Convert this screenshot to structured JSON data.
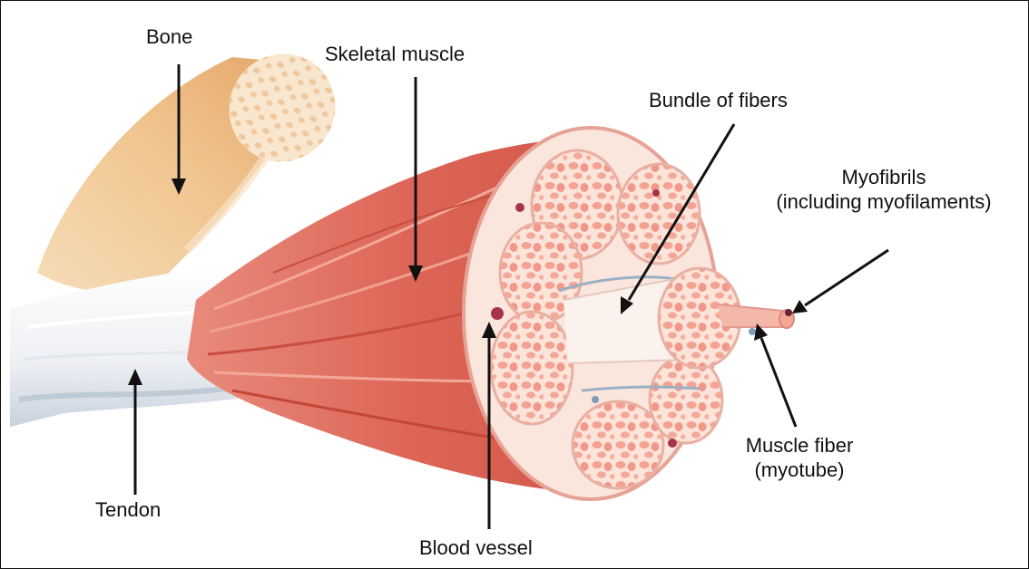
{
  "labels": {
    "bone": "Bone",
    "skeletal_muscle": "Skeletal muscle",
    "bundle_of_fibers": "Bundle of fibers",
    "myofibrils_line1": "Myofibrils",
    "myofibrils_line2": "(including myofilaments)",
    "muscle_fiber_line1": "Muscle fiber",
    "muscle_fiber_line2": "(myotube)",
    "tendon": "Tendon",
    "blood_vessel": "Blood vessel"
  },
  "colors": {
    "muscle": "#de6a5c",
    "muscle_dark": "#c9483f",
    "muscle_light": "#f2a596",
    "bone": "#f0c896",
    "bone_shade": "#e4ac70",
    "bone_marrow": "#f7dcc0",
    "tendon": "#f1f1f3",
    "tendon_shade": "#bcc6d3",
    "fascicle_fill": "#fde3d8",
    "fiber_spot": "#f29a8a",
    "vessel": "#a6344a",
    "membrane": "#8aa4bc",
    "arrow": "#111111"
  }
}
